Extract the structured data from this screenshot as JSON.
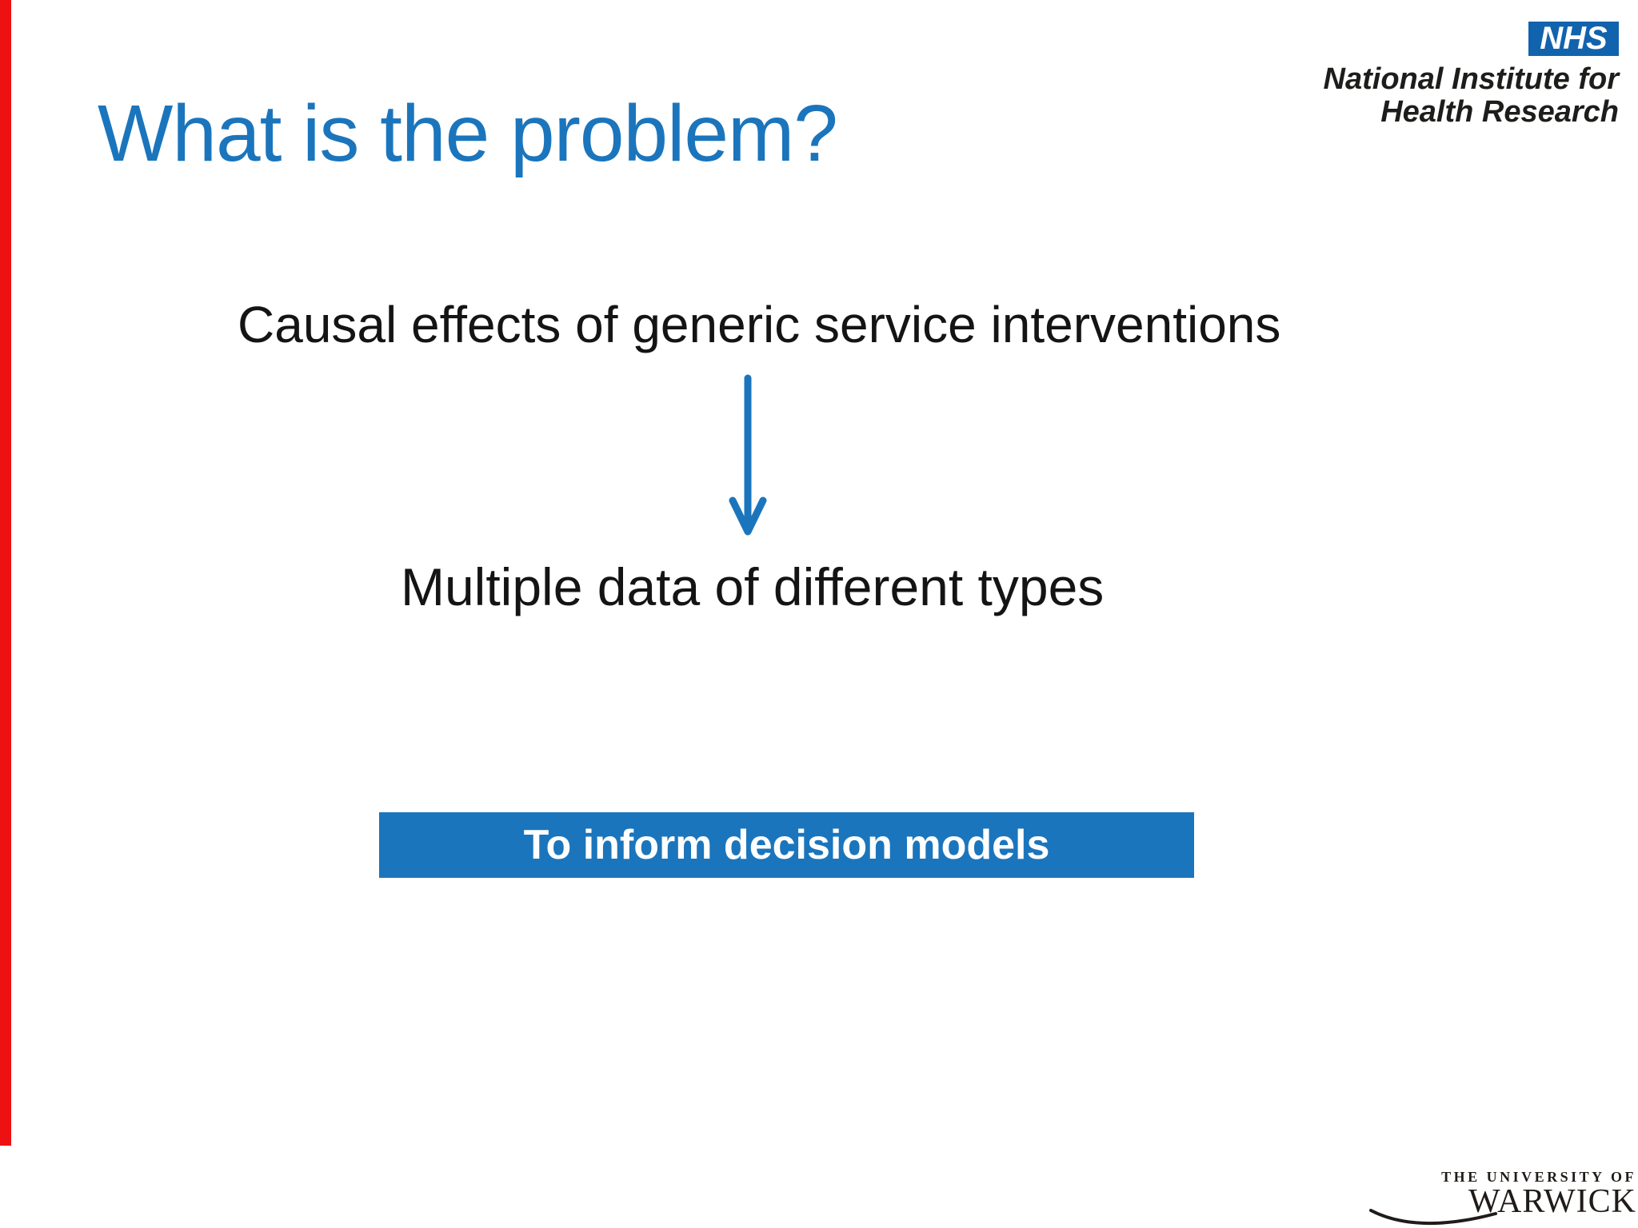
{
  "slide": {
    "title": "What is the problem?",
    "statement_top": "Causal effects of generic service interventions",
    "statement_bottom": "Multiple data of different types",
    "banner_label": "To inform decision models"
  },
  "nihr_logo": {
    "nhs_text": "NHS",
    "line1": "National Institute for",
    "line2": "Health Research"
  },
  "warwick_logo": {
    "line1": "THE UNIVERSITY OF",
    "line2": "WARWICK"
  },
  "icons": {
    "down_arrow": "blue vertical arrow pointing down",
    "warwick_swoosh": "calligraphic underline swoosh"
  },
  "colors": {
    "accent_blue": "#1b75bc",
    "nhs_blue": "#1263ae",
    "red_bar": "#ee1111",
    "body_text": "#141414",
    "banner_text": "#ffffff",
    "warwick_text": "#201b18",
    "background": "#ffffff"
  }
}
